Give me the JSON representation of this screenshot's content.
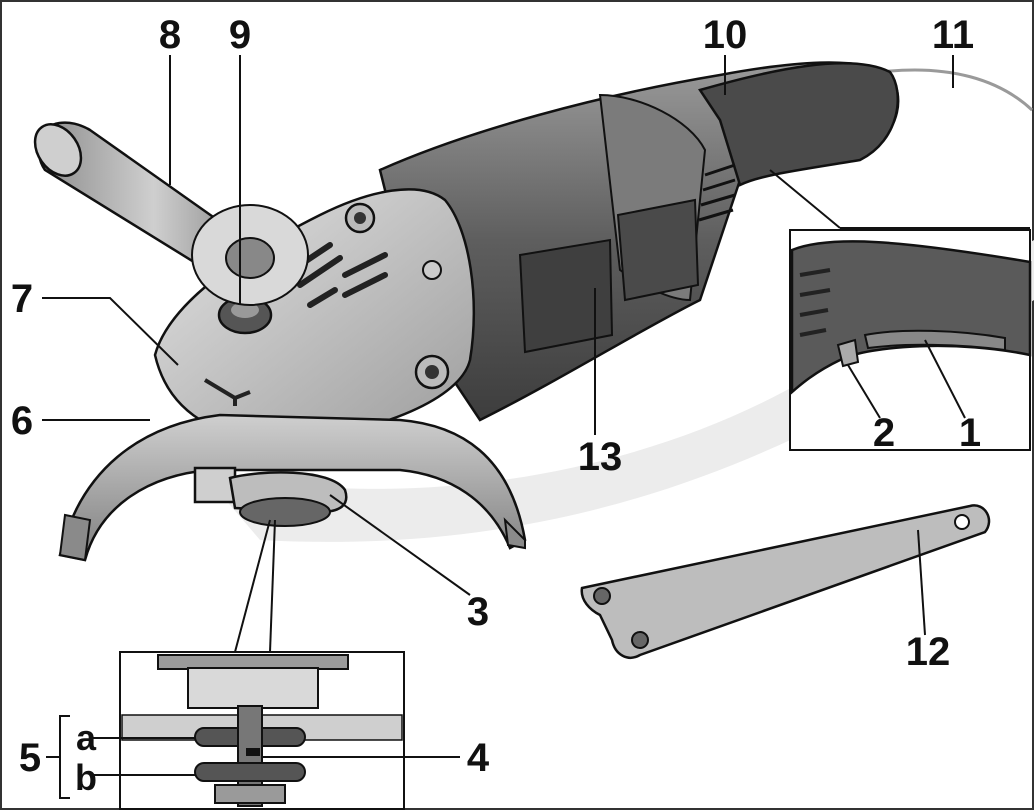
{
  "labels": {
    "l1": "1",
    "l2": "2",
    "l3": "3",
    "l4": "4",
    "l5": "5",
    "l5a": "a",
    "l5b": "b",
    "l6": "6",
    "l7": "7",
    "l8": "8",
    "l9": "9",
    "l10": "10",
    "l11": "11",
    "l12": "12",
    "l13": "13"
  },
  "colors": {
    "background": "#ffffff",
    "body_dark": "#5e5e5e",
    "body_mid": "#8a8a8a",
    "body_light": "#bdbdbd",
    "guard": "#a9a9a9",
    "outline": "#111111"
  }
}
